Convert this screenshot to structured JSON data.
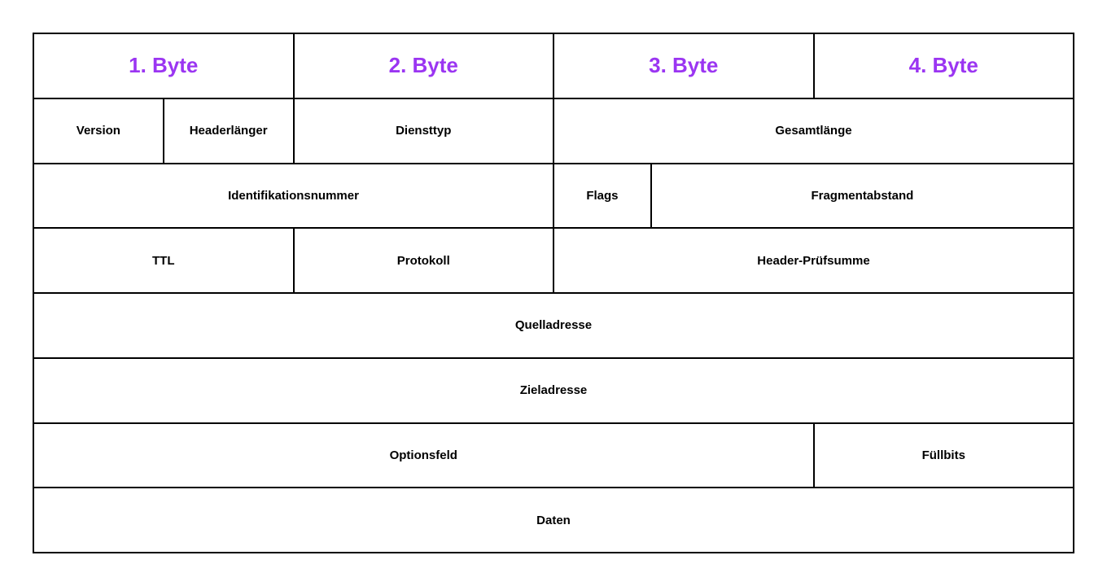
{
  "colors": {
    "byte_header_text": "#9b35f2",
    "field_text": "#000000",
    "border": "#000000",
    "background": "#ffffff"
  },
  "table": {
    "columns": 32,
    "rows": [
      {
        "type": "byte-header",
        "cells": [
          {
            "label": "1. Byte",
            "span": 8
          },
          {
            "label": "2. Byte",
            "span": 8
          },
          {
            "label": "3. Byte",
            "span": 8
          },
          {
            "label": "4. Byte",
            "span": 8
          }
        ]
      },
      {
        "type": "field",
        "cells": [
          {
            "label": "Version",
            "span": 4
          },
          {
            "label": "Headerlänger",
            "span": 4
          },
          {
            "label": "Diensttyp",
            "span": 8
          },
          {
            "label": "Gesamtlänge",
            "span": 16
          }
        ]
      },
      {
        "type": "field",
        "cells": [
          {
            "label": "Identifikationsnummer",
            "span": 16
          },
          {
            "label": "Flags",
            "span": 3
          },
          {
            "label": "Fragmentabstand",
            "span": 13
          }
        ]
      },
      {
        "type": "field",
        "cells": [
          {
            "label": "TTL",
            "span": 8
          },
          {
            "label": "Protokoll",
            "span": 8
          },
          {
            "label": "Header-Prüfsumme",
            "span": 16
          }
        ]
      },
      {
        "type": "field",
        "cells": [
          {
            "label": "Quelladresse",
            "span": 32
          }
        ]
      },
      {
        "type": "field",
        "cells": [
          {
            "label": "Zieladresse",
            "span": 32
          }
        ]
      },
      {
        "type": "field",
        "cells": [
          {
            "label": "Optionsfeld",
            "span": 24
          },
          {
            "label": "Füllbits",
            "span": 8
          }
        ]
      },
      {
        "type": "field",
        "cells": [
          {
            "label": "Daten",
            "span": 32
          }
        ]
      }
    ]
  }
}
